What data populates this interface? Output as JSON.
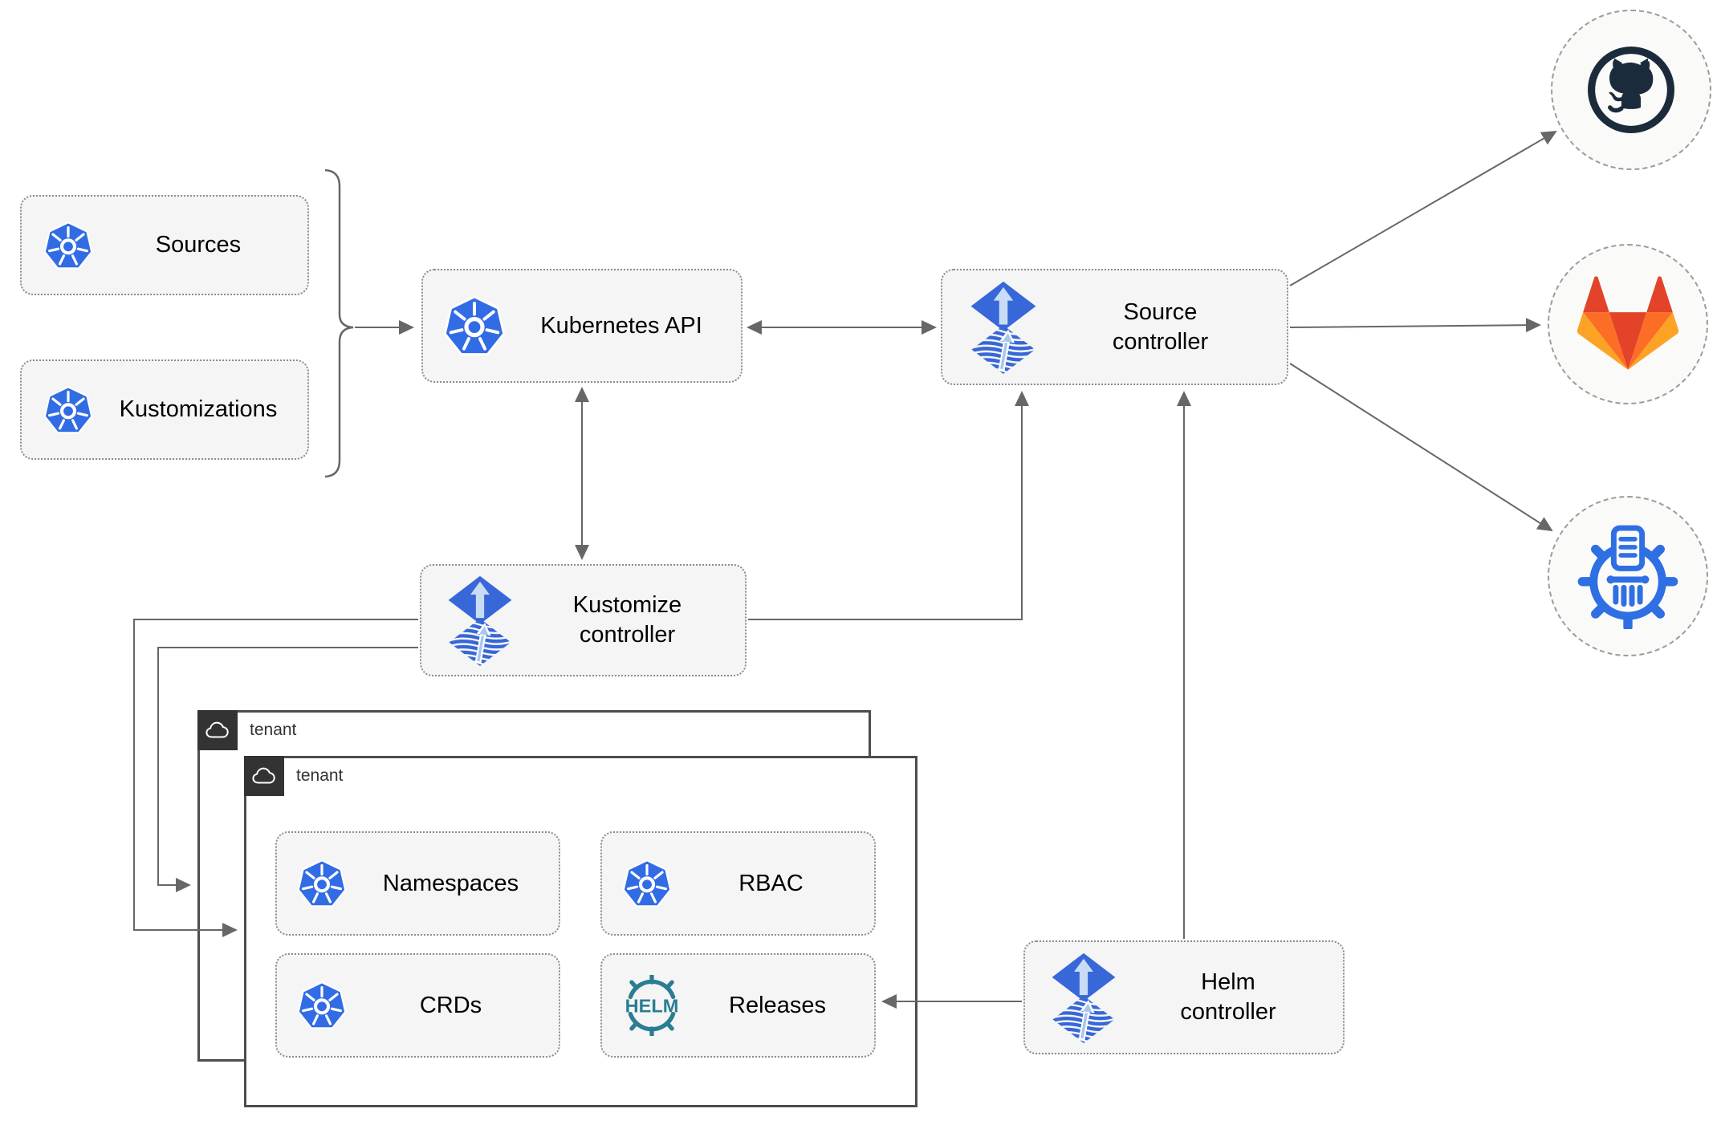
{
  "nodes": {
    "sources": {
      "label": "Sources",
      "icon": "kubernetes-icon"
    },
    "kustomizations": {
      "label": "Kustomizations",
      "icon": "kubernetes-icon"
    },
    "kubernetes_api": {
      "label": "Kubernetes API",
      "icon": "kubernetes-icon"
    },
    "source_controller": {
      "label": "Source\ncontroller",
      "icon": "flux-icon"
    },
    "kustomize_controller": {
      "label": "Kustomize\ncontroller",
      "icon": "flux-icon"
    },
    "helm_controller": {
      "label": "Helm\ncontroller",
      "icon": "flux-icon"
    },
    "namespaces": {
      "label": "Namespaces",
      "icon": "kubernetes-icon"
    },
    "rbac": {
      "label": "RBAC",
      "icon": "kubernetes-icon"
    },
    "crds": {
      "label": "CRDs",
      "icon": "kubernetes-icon"
    },
    "releases": {
      "label": "Releases",
      "icon": "helm-icon",
      "icon_text": "HELM"
    }
  },
  "tenants": {
    "outer_label": "tenant",
    "inner_label": "tenant"
  },
  "external_systems": [
    {
      "name": "github",
      "icon": "github-icon"
    },
    {
      "name": "gitlab",
      "icon": "gitlab-icon"
    },
    {
      "name": "chartmuseum",
      "icon": "chartmuseum-icon"
    }
  ],
  "colors": {
    "kubernetes_blue": "#326CE5",
    "flux_blue": "#3767D8",
    "flux_arrow_light": "#C9DCF6",
    "helm_teal": "#2A7D92",
    "github_dark": "#1B2B3C",
    "gitlab_red": "#E24329",
    "gitlab_orange": "#FC6D26",
    "gitlab_yellow": "#FCA326",
    "chartmuseum_blue": "#2F6FE4",
    "connector_gray": "#676767",
    "node_fill": "#F5F5F5",
    "tenant_tag_dark": "#333333"
  }
}
